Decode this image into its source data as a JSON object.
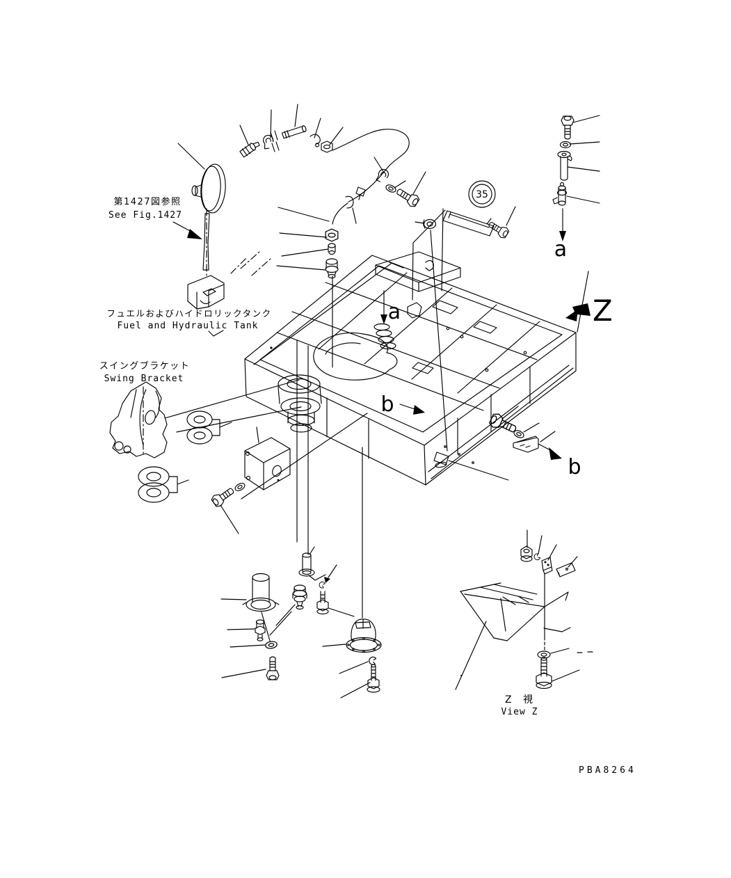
{
  "diagram": {
    "type": "machine-parts-exploded-diagram",
    "figure_code": "PBA8264",
    "badge": {
      "number": "35",
      "fill": "#1e7d1e",
      "ring": "#0d0d0d",
      "text_color": "#ffffff"
    },
    "labels": {
      "ref_jp": "第1427図参照",
      "ref_en": "See Fig.1427",
      "tank_jp": "フュエルおよびハイドロリックタンク",
      "tank_en": "Fuel and Hydraulic Tank",
      "bracket_jp": "スイングブラケット",
      "bracket_en": "Swing Bracket",
      "view_jp": "Z  視",
      "view_en": "View Z"
    },
    "markers": {
      "a": "a",
      "b": "b",
      "z": "Z"
    },
    "colors": {
      "line": "#000000",
      "background": "#ffffff"
    }
  }
}
